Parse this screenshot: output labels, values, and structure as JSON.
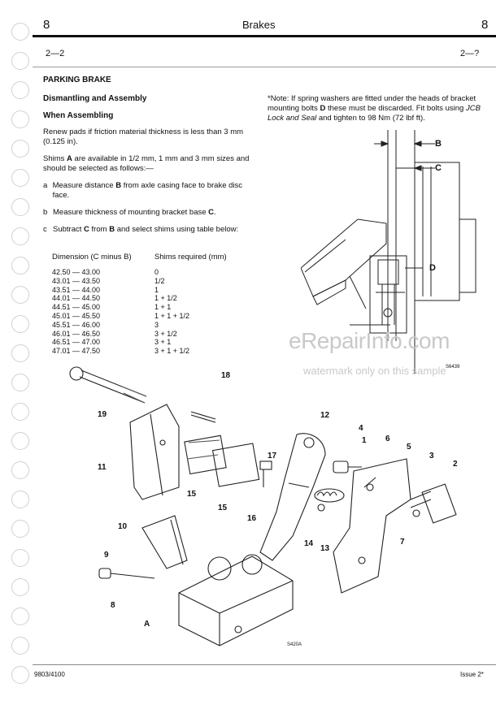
{
  "header": {
    "page_number": "8",
    "title": "Brakes",
    "right_mark": "8"
  },
  "subheader": {
    "left": "2—2",
    "right": "2—?"
  },
  "section": {
    "title": "PARKING BRAKE",
    "subtitle": "Dismantling and Assembly",
    "subsubtitle": "When Assembling",
    "para1": "Renew pads if friction material thickness is less than 3 mm (0.125 in).",
    "para2_a": "Shims ",
    "para2_b": "A",
    "para2_c": " are available in 1/2 mm, 1 mm and 3 mm sizes and should be selected as follows:—",
    "steps": [
      {
        "letter": "a",
        "pre": "Measure distance ",
        "bold": "B",
        "post": " from axle casing face to brake disc face."
      },
      {
        "letter": "b",
        "pre": "Measure thickness of mounting bracket base ",
        "bold": "C",
        "post": "."
      },
      {
        "letter": "c",
        "pre": "Subtract ",
        "bold": "C",
        "mid": " from ",
        "bold2": "B",
        "post": " and select shims using table below:"
      }
    ]
  },
  "table": {
    "headers": [
      "Dimension (C minus B)",
      "Shims required (mm)"
    ],
    "rows": [
      [
        "42.50 — 43.00",
        "0"
      ],
      [
        "43.01 — 43.50",
        "1/2"
      ],
      [
        "43.51 — 44.00",
        "1"
      ],
      [
        "44.01 — 44.50",
        "1 + 1/2"
      ],
      [
        "44.51 — 45.00",
        "1 + 1"
      ],
      [
        "45.01 — 45.50",
        "1 + 1 + 1/2"
      ],
      [
        "45.51 — 46.00",
        "3"
      ],
      [
        "46.01 — 46.50",
        "3 + 1/2"
      ],
      [
        "46.51 — 47.00",
        "3 + 1"
      ],
      [
        "47.01 — 47.50",
        "3 + 1 + 1/2"
      ]
    ]
  },
  "note": {
    "star_label": "*Note:",
    "text1": " If spring washers are fitted under the heads of bracket mounting bolts ",
    "bold": "D",
    "text2": " these must be discarded. Fit bolts using ",
    "italic": "JCB Lock and Seal",
    "text3": " and tighten to 98 Nm (72 lbf ft)."
  },
  "figure1": {
    "labels": [
      "B",
      "C",
      "D"
    ],
    "ref": "S6439"
  },
  "watermark": {
    "brand": "eRepairInfo.com",
    "line": "watermark only on this sample"
  },
  "figure2": {
    "labels": [
      "18",
      "19",
      "11",
      "15",
      "15",
      "17",
      "16",
      "12",
      "4",
      "6",
      "5",
      "3",
      "2",
      "10",
      "9",
      "8",
      "A",
      "14",
      "13",
      "7",
      "1"
    ],
    "ref": "S420A"
  },
  "footer": {
    "left": "9803/4100",
    "right": "Issue 2*"
  }
}
